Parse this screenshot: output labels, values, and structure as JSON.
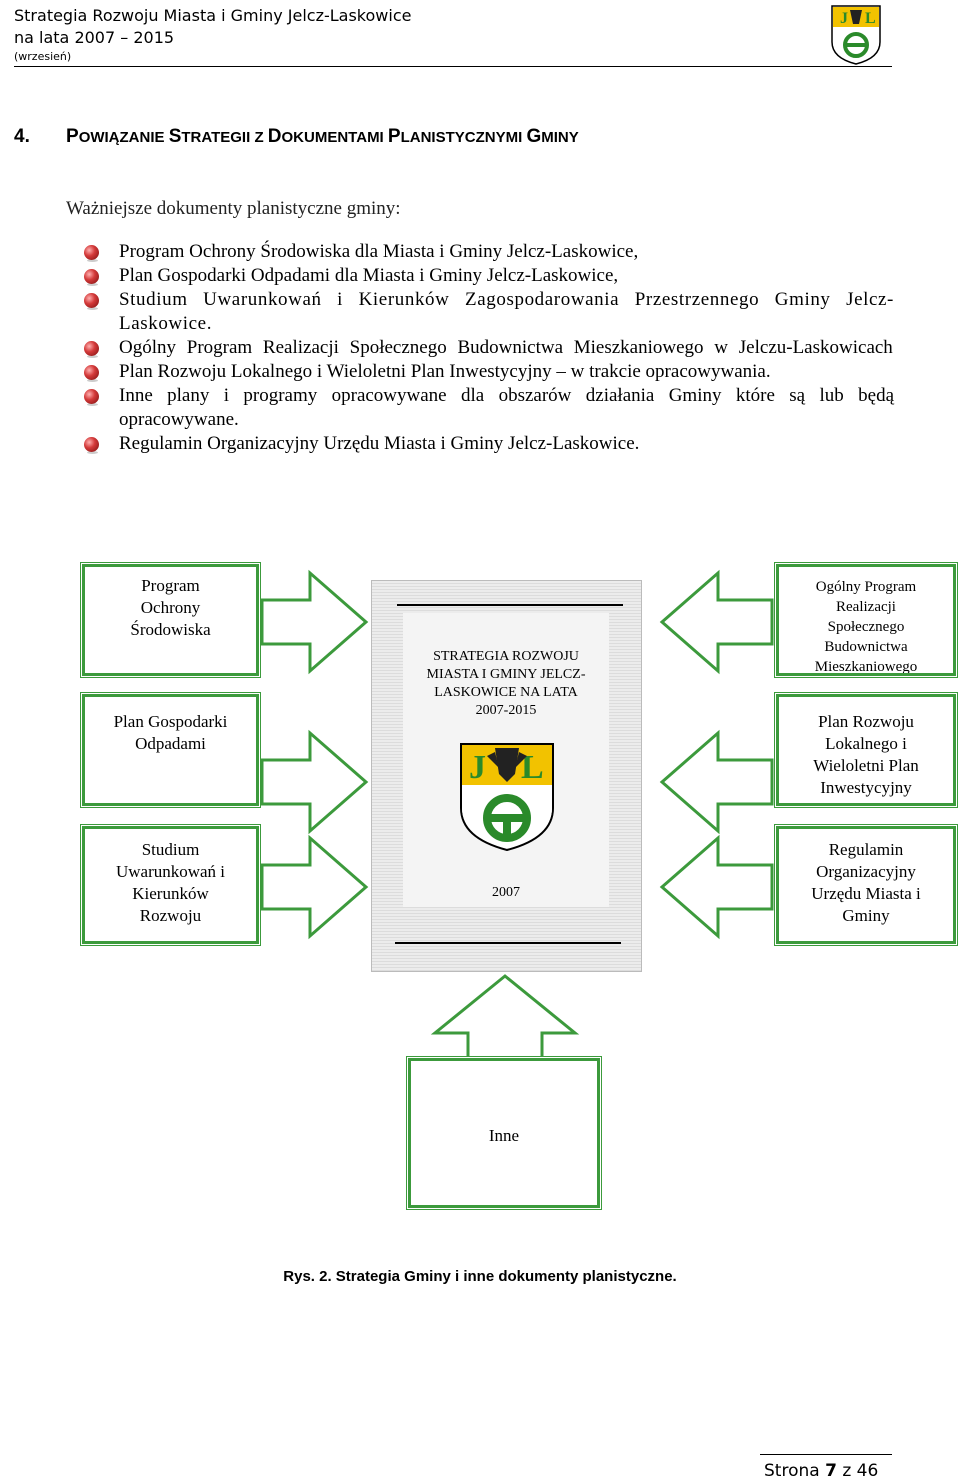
{
  "header": {
    "title": "Strategia Rozwoju Miasta i Gminy Jelcz-Laskowice",
    "subtitle": "na lata 2007 – 2015",
    "note": "(wrzesień)",
    "logo_letters": "J L"
  },
  "section": {
    "number": "4.",
    "title_parts": [
      "P",
      "OWIĄZANIE ",
      "S",
      "TRATEGII ",
      "Z ",
      "D",
      "OKUMENTAMI ",
      "P",
      "LANISTYCZNYMI ",
      "G",
      "MINY"
    ]
  },
  "intro": "Ważniejsze dokumenty planistyczne gminy:",
  "bullets": [
    "Program Ochrony Środowiska dla Miasta i Gminy Jelcz-Laskowice,",
    "Plan Gospodarki Odpadami dla Miasta i Gminy Jelcz-Laskowice,",
    "Studium Uwarunkowań i Kierunków Zagospodarowania Przestrzennego Gminy Jelcz-Laskowice.",
    "Ogólny Program Realizacji Społecznego Budownictwa Mieszkaniowego w Jelczu-Laskowicach",
    "Plan Rozwoju Lokalnego i Wieloletni Plan Inwestycyjny – w trakcie opracowywania.",
    "Inne plany i programy opracowywane dla obszarów działania Gminy które są lub będą opracowywane.",
    "Regulamin Organizacyjny Urzędu Miasta i Gminy Jelcz-Laskowice."
  ],
  "diagram": {
    "left_boxes": [
      "Program Ochrony Środowiska",
      "Plan Gospodarki Odpadami",
      "Studium Uwarunkowań i Kierunków Rozwoju"
    ],
    "right_boxes": [
      "Ogólny Program Realizacji Społecznego Budownictwa Mieszkaniowego",
      "Plan Rozwoju Lokalnego i Wieloletni Plan Inwestycyjny",
      "Regulamin Organizacyjny Urzędu Miasta i Gminy"
    ],
    "bottom_box": "Inne",
    "center": {
      "title": "STRATEGIA ROZWOJU MIASTA I GMINY JELCZ-LASKOWICE NA LATA 2007-2015",
      "year": "2007",
      "logo_letters": "J L"
    },
    "arrow_color": "#3c9a3c"
  },
  "caption": "Rys. 2. Strategia Gminy i inne dokumenty planistyczne.",
  "footer": {
    "prefix": "Strona",
    "page": "7",
    "sep": "z",
    "total": "46"
  }
}
